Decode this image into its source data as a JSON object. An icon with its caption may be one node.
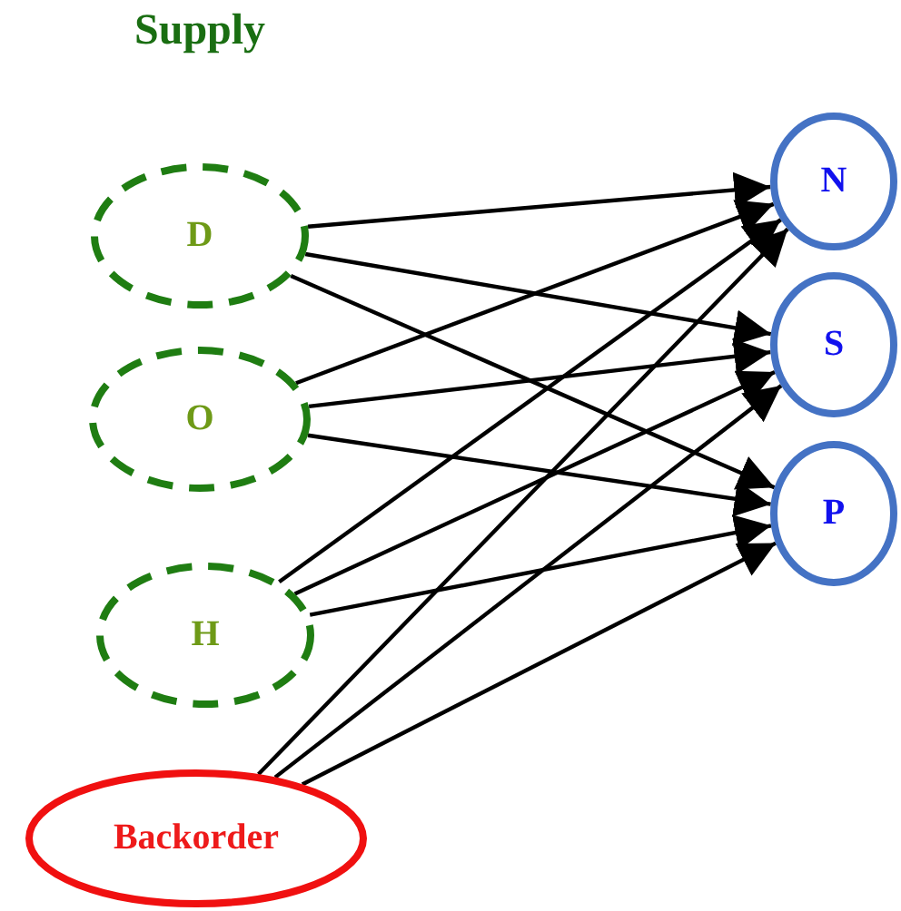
{
  "diagram": {
    "title": "Supply",
    "nodes": [
      {
        "text": [
          "D"
        ]
      },
      {
        "text": [
          "O"
        ]
      },
      {
        "text": [
          "H"
        ]
      },
      {
        "text": [
          "Backorder"
        ]
      },
      {
        "text": [
          "N"
        ]
      },
      {
        "text": [
          "S"
        ]
      },
      {
        "text": [
          "P"
        ]
      }
    ],
    "edges": [
      {
        "from": 0,
        "to": 4,
        "arrow": "to"
      },
      {
        "from": 0,
        "to": 5,
        "arrow": "to"
      },
      {
        "from": 0,
        "to": 6,
        "arrow": "to"
      },
      {
        "from": 1,
        "to": 4,
        "arrow": "to"
      },
      {
        "from": 1,
        "to": 5,
        "arrow": "to"
      },
      {
        "from": 1,
        "to": 6,
        "arrow": "to"
      },
      {
        "from": 2,
        "to": 4,
        "arrow": "to"
      },
      {
        "from": 2,
        "to": 5,
        "arrow": "to"
      },
      {
        "from": 2,
        "to": 6,
        "arrow": "to"
      },
      {
        "from": 3,
        "to": 4,
        "arrow": "to"
      },
      {
        "from": 3,
        "to": 5,
        "arrow": "to"
      },
      {
        "from": 3,
        "to": 6,
        "arrow": "to"
      }
    ]
  }
}
